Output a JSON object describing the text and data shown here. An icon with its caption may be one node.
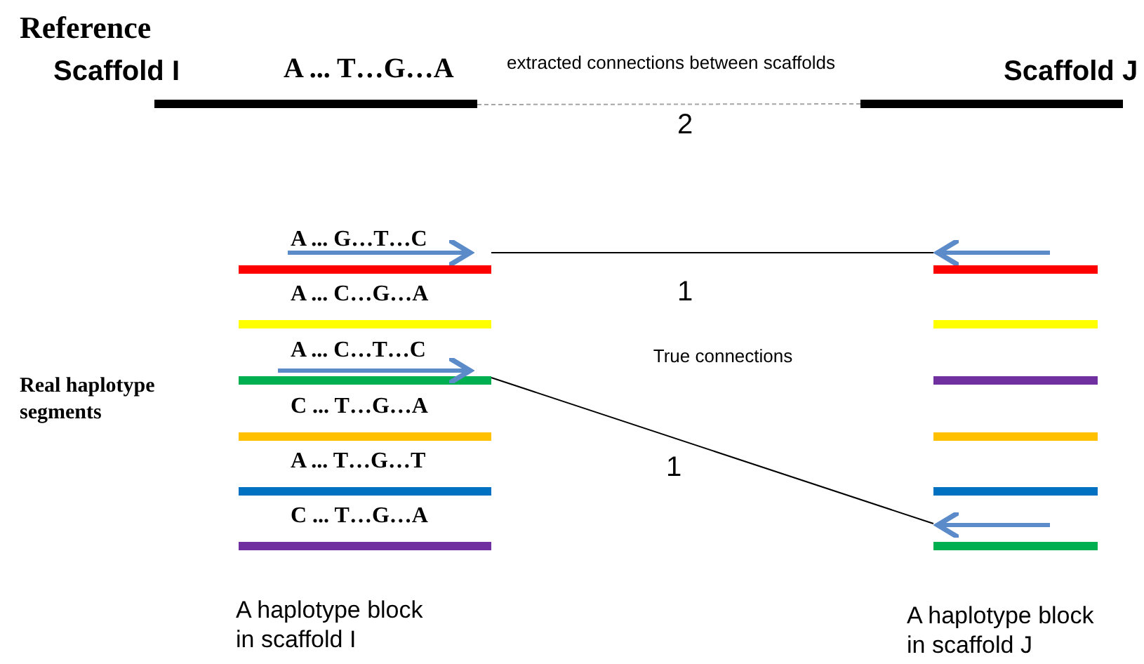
{
  "diagram": {
    "nodes": [
      {
        "text": [
          "A ... T…G…A"
        ],
        "beside": [
          "Scaffold I"
        ]
      },
      {
        "text": [],
        "shape": "bar",
        "beside": [
          "Scaffold J"
        ]
      },
      {
        "text": [
          "A ... G…T…C"
        ]
      },
      {
        "text": [
          "A ... C…G…A"
        ]
      },
      {
        "text": [
          "A ... C…T…C"
        ]
      },
      {
        "text": [
          "C ... T…G…A"
        ]
      },
      {
        "text": [
          "A ... T…G…T"
        ]
      },
      {
        "text": [
          "C ... T…G…A"
        ]
      },
      {
        "text": [],
        "shape": "bar"
      },
      {
        "text": [],
        "shape": "bar"
      },
      {
        "text": [],
        "shape": "bar"
      },
      {
        "text": [],
        "shape": "bar"
      },
      {
        "text": [],
        "shape": "bar"
      },
      {
        "text": [],
        "shape": "bar"
      }
    ],
    "edges": [
      {
        "from": 0,
        "to": 1,
        "arrow": "none",
        "label": "extracted connections between scaffolds",
        "style": "dashed",
        "color": "#a6a6a6"
      },
      {
        "from": 2,
        "to": 8,
        "arrow": "none",
        "label": "1"
      },
      {
        "from": 4,
        "to": 13,
        "arrow": "none",
        "label": "1"
      }
    ],
    "labels": [
      "Reference",
      "2",
      "True connections",
      "Real haplotype segments",
      "A haplotype block in scaffold I",
      "A haplotype block in scaffold J"
    ]
  }
}
